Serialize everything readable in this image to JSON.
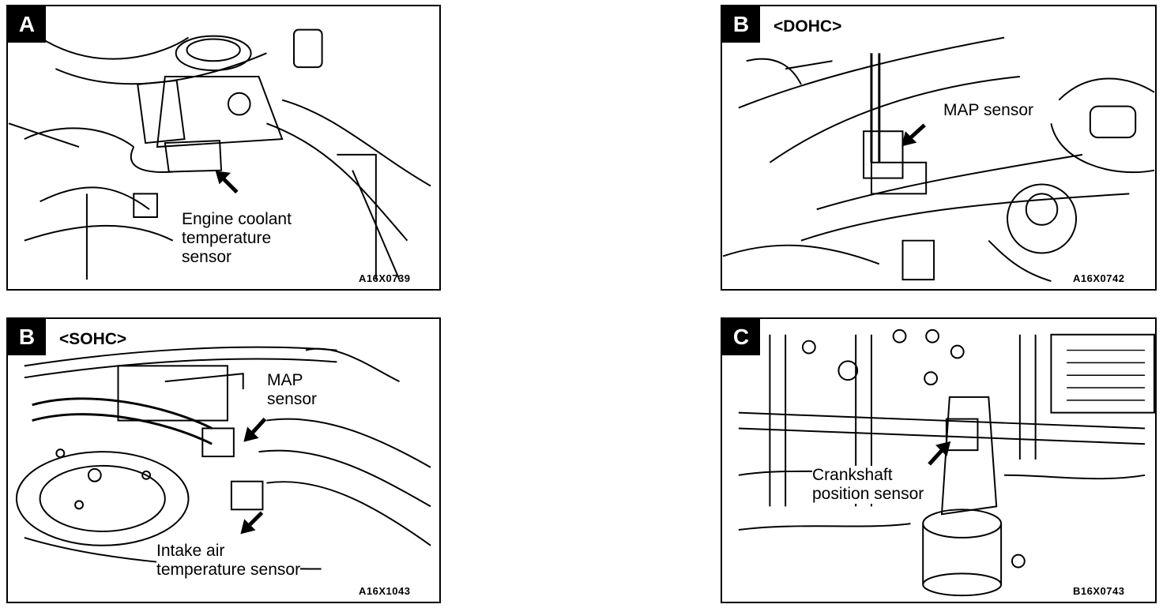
{
  "panels": [
    {
      "letter": "A",
      "variant": "",
      "labels": [
        {
          "line1": "Engine coolant",
          "line2": "temperature",
          "line3": "sensor"
        }
      ],
      "code": "A16X0739"
    },
    {
      "letter": "B",
      "variant": "<DOHC>",
      "labels": [
        {
          "line1": "MAP sensor"
        }
      ],
      "code": "A16X0742"
    },
    {
      "letter": "B",
      "variant": "<SOHC>",
      "labels": [
        {
          "line1": "MAP",
          "line2": "sensor"
        },
        {
          "line1": "Intake air",
          "line2": "temperature sensor"
        }
      ],
      "code": "A16X1043"
    },
    {
      "letter": "C",
      "variant": "",
      "labels": [
        {
          "line1": "Crankshaft",
          "line2": "position sensor"
        }
      ],
      "code": "B16X0743"
    }
  ]
}
